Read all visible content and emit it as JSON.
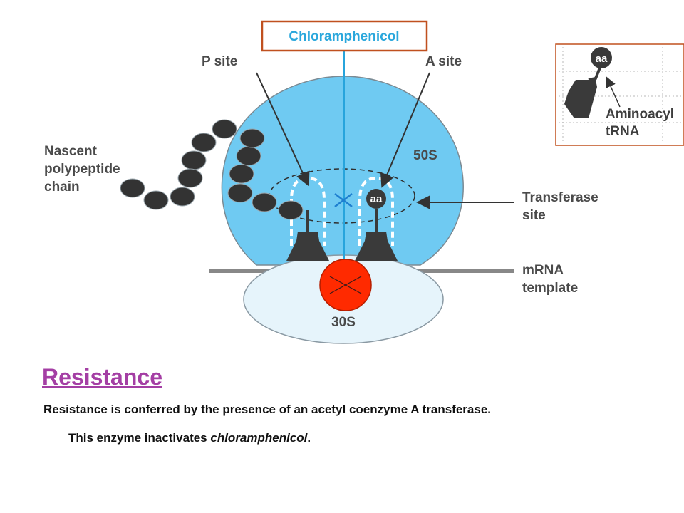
{
  "diagram": {
    "drug_label": "Chloramphenicol",
    "p_site": "P site",
    "a_site": "A site",
    "nascent": [
      "Nascent",
      "polypeptide",
      "chain"
    ],
    "large_subunit": "50S",
    "small_subunit": "30S",
    "transferase": [
      "Transferase",
      "site"
    ],
    "mrna": [
      "mRNA",
      "template"
    ],
    "aa_label": "aa",
    "inset": {
      "aa_label": "aa",
      "caption": [
        "Aminoacyl",
        "tRNA"
      ]
    },
    "colors": {
      "ribosome_large": "#6fcaf2",
      "ribosome_small": "#e6f4fb",
      "drug_box": "#c0501f",
      "block_marker": "#ff2a00",
      "trna": "#3a3a3a"
    }
  },
  "text": {
    "heading": "Resistance",
    "line1": "Resistance is conferred by the presence of an acetyl coenzyme A transferase.",
    "line2_prefix": "This enzyme inactivates ",
    "line2_drug": "chloramphenicol",
    "line2_suffix": "."
  }
}
